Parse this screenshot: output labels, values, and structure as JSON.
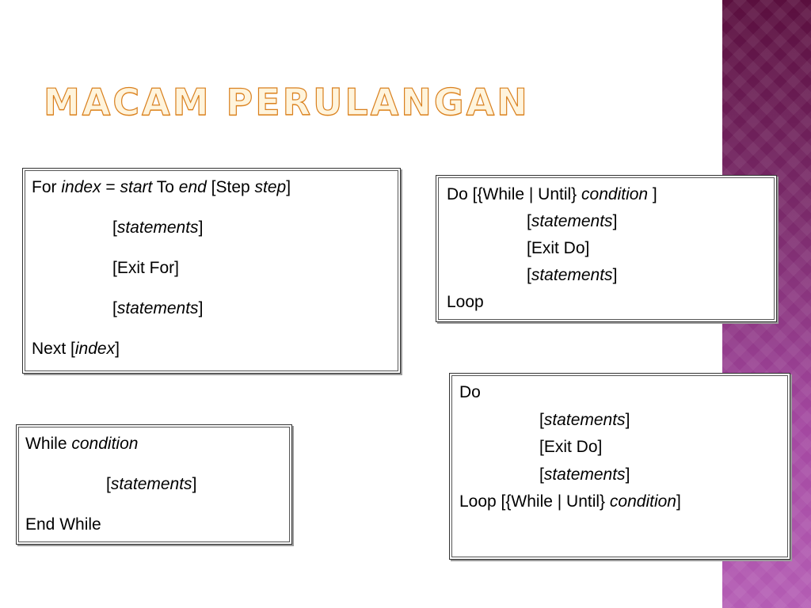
{
  "slide": {
    "title": "MACAM PERULANGAN"
  },
  "for_box": {
    "l1": {
      "a": "For ",
      "b": "index",
      "c": " = ",
      "d": "start",
      "e": " To ",
      "f": "end",
      "g": " [Step ",
      "h": "step",
      "i": "]"
    },
    "l2": {
      "a": "[",
      "b": "statements",
      "c": "]"
    },
    "l3": "[Exit For]",
    "l4": {
      "a": "[",
      "b": "statements",
      "c": "]"
    },
    "l5": {
      "a": "Next [",
      "b": "index",
      "c": "]"
    }
  },
  "do_box_top": {
    "l1": {
      "a": "Do [{While | Until} ",
      "b": "condition",
      "c": " ]"
    },
    "l2": {
      "a": "[",
      "b": "statements",
      "c": "]"
    },
    "l3": "[Exit Do]",
    "l4": {
      "a": "[",
      "b": "statements",
      "c": "]"
    },
    "l5": "Loop"
  },
  "do_box_bottom": {
    "l1": "Do",
    "l2": {
      "a": "[",
      "b": "statements",
      "c": "]"
    },
    "l3": "[Exit Do]",
    "l4": {
      "a": "[",
      "b": "statements",
      "c": "]"
    },
    "l5": {
      "a": "Loop [{While | Until} ",
      "b": "condition",
      "c": "]"
    }
  },
  "while_box": {
    "l1": {
      "a": "While ",
      "b": "condition"
    },
    "l2": {
      "a": "[",
      "b": "statements",
      "c": "]"
    },
    "l3": "End While"
  },
  "colors": {
    "title_fill": "#fff4dc",
    "title_outline": "#d9801f",
    "side_band_top": "#5a0f3e",
    "side_band_bottom": "#b45db4"
  }
}
